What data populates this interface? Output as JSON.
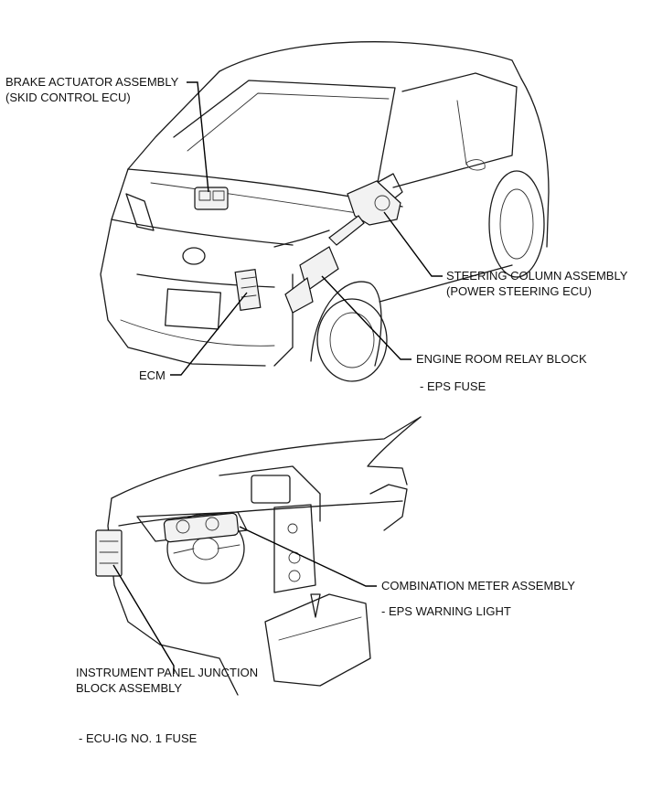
{
  "labels": {
    "brake_actuator_line1": "BRAKE ACTUATOR ASSEMBLY",
    "brake_actuator_line2": "(SKID CONTROL ECU)",
    "steering_column_line1": "STEERING COLUMN ASSEMBLY",
    "steering_column_line2": "(POWER STEERING ECU)",
    "engine_room_relay_block": "ENGINE ROOM RELAY BLOCK",
    "eps_fuse": "- EPS FUSE",
    "ecm": "ECM",
    "combination_meter": "COMBINATION METER ASSEMBLY",
    "eps_warning_light": "- EPS WARNING LIGHT",
    "instrument_panel_line1": "INSTRUMENT PANEL JUNCTION",
    "instrument_panel_line2": "BLOCK ASSEMBLY",
    "ecu_ig_fuse": "- ECU-IG NO. 1 FUSE"
  }
}
